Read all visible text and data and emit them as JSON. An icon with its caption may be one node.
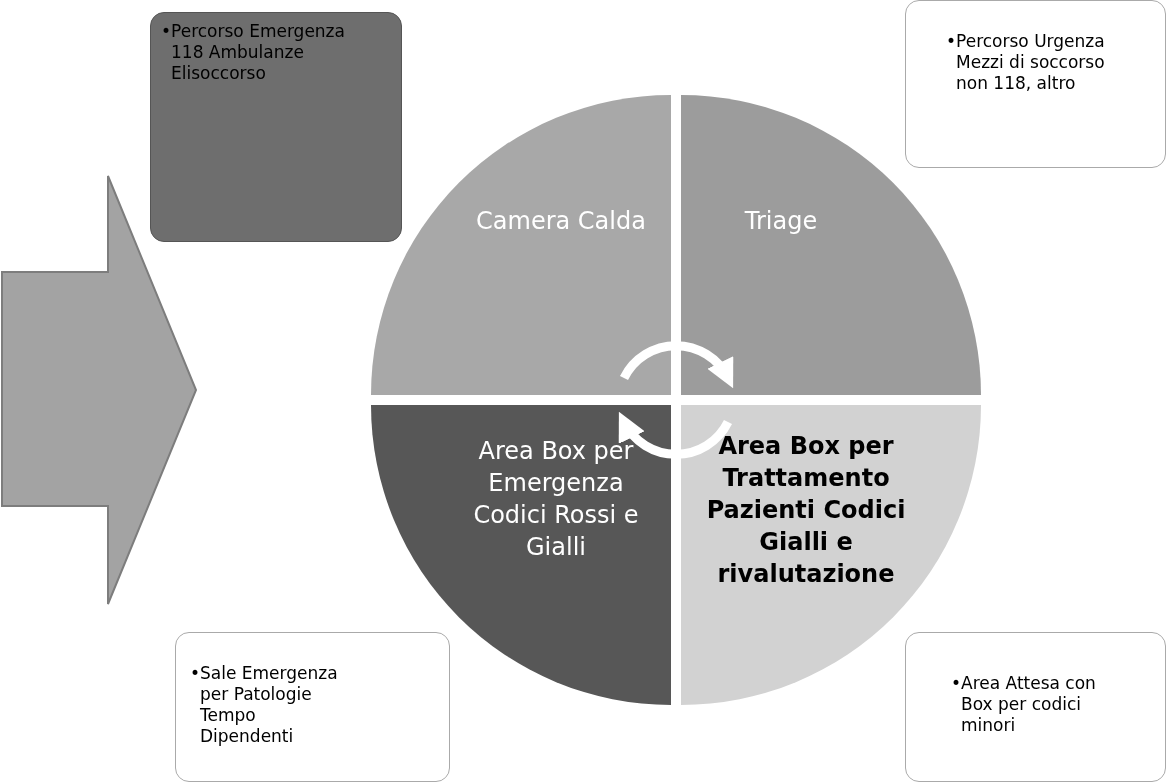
{
  "diagram": {
    "nodes": [
      {
        "text": [
          "•Percorso Emergenza 118 Ambulanze Elisoccorso"
        ]
      },
      {
        "text": [
          "•Percorso Urgenza Mezzi di soccorso non 118, altro"
        ]
      },
      {
        "text": [
          "Camera Calda"
        ]
      },
      {
        "text": [
          "Triage"
        ]
      },
      {
        "text": [
          "Area Box per Emergenza Codici Rossi e Gialli"
        ]
      },
      {
        "text": [
          "Area Box per Trattamento Pazienti Codici Gialli e rivalutazione"
        ]
      },
      {
        "text": [
          "•Sale Emergenza per Patologie Tempo Dipendenti"
        ]
      },
      {
        "text": [
          "•Area Attesa con Box per codici minori"
        ]
      }
    ],
    "edges": [
      {
        "from": 2,
        "to": 3,
        "arrow": "to"
      },
      {
        "from": 5,
        "to": 4,
        "arrow": "to"
      }
    ]
  }
}
